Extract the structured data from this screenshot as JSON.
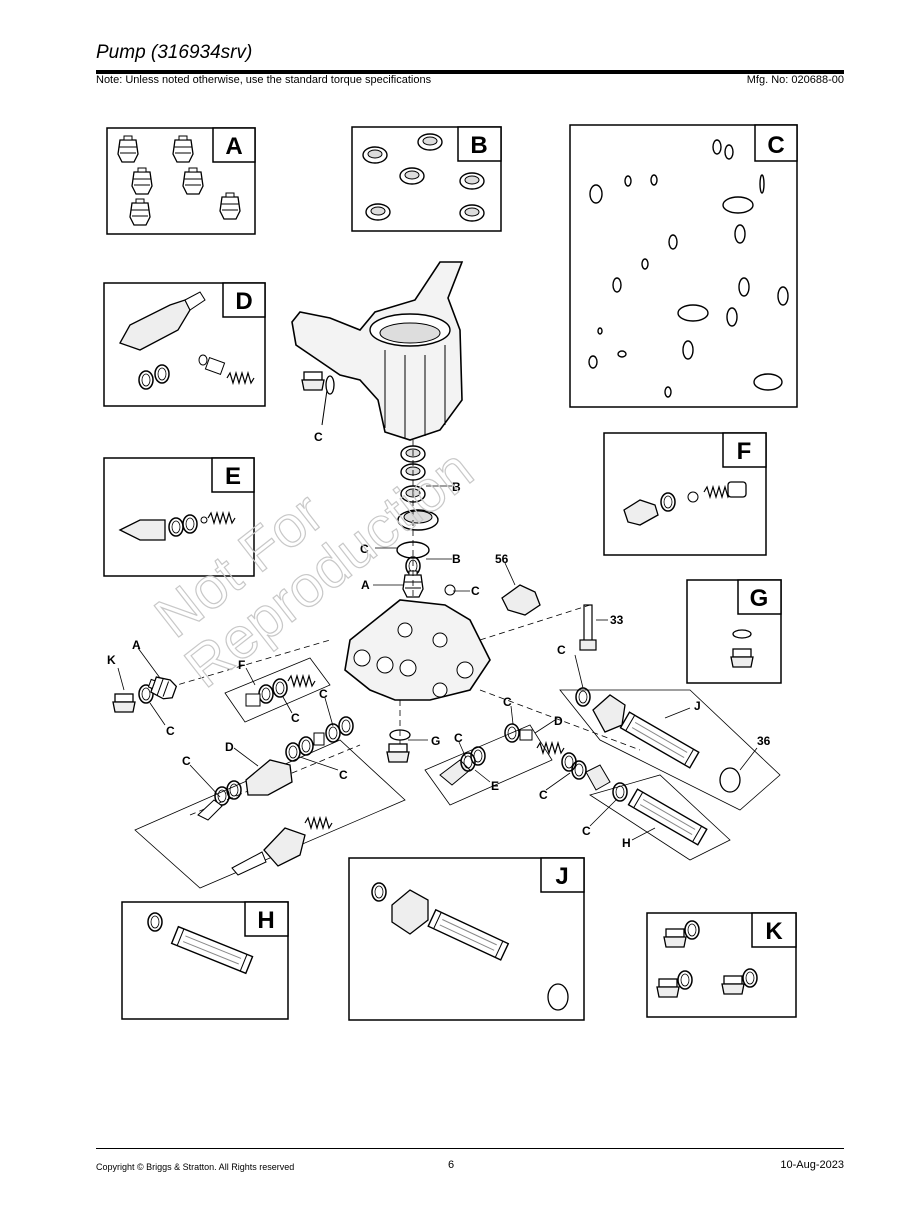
{
  "header": {
    "title": "Pump (316934srv)",
    "note": "Note: Unless noted otherwise, use the standard torque specifications",
    "mfg_no": "Mfg. No: 020688-00"
  },
  "watermark": {
    "line1": "Not For",
    "line2": "Reproduction"
  },
  "kits": {
    "A": "A",
    "B": "B",
    "C": "C",
    "D": "D",
    "E": "E",
    "F": "F",
    "G": "G",
    "H": "H",
    "J": "J",
    "K": "K"
  },
  "callouts": {
    "c_housing": "C",
    "b_upper": "B",
    "c_mid": "C",
    "b_lower": "B",
    "a_valve": "A",
    "c_ball": "C",
    "n56": "56",
    "n33": "33",
    "c_right_top": "C",
    "j_label": "J",
    "n36": "36",
    "a_left": "A",
    "k_left": "K",
    "c_left": "C",
    "f_label": "F",
    "c_f": "C",
    "c_d_top": "C",
    "d_left": "D",
    "c_d_left": "C",
    "c_d_right": "C",
    "g_label": "G",
    "c_e": "C",
    "e_label": "E",
    "c_mid_right": "C",
    "d_right": "D",
    "c_right_low": "C",
    "c_h": "C",
    "h_label": "H"
  },
  "footer": {
    "copyright": "Copyright © Briggs & Stratton. All Rights reserved",
    "page": "6",
    "date": "10-Aug-2023"
  }
}
